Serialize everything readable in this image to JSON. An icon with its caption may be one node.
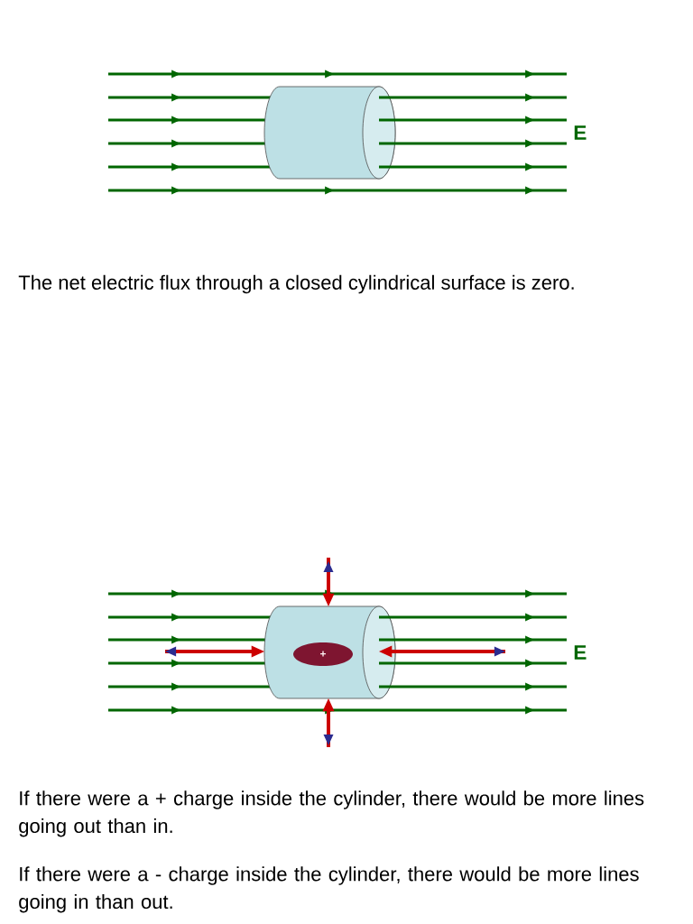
{
  "diagram": {
    "labels": [
      "E",
      "The net electric flux through a closed cylindrical surface is zero.",
      "+",
      "E",
      "If there were a + charge inside the cylinder, there would be more lines going out than in.",
      "If there were a - charge inside the cylinder, there would be more lines going in than out."
    ]
  }
}
